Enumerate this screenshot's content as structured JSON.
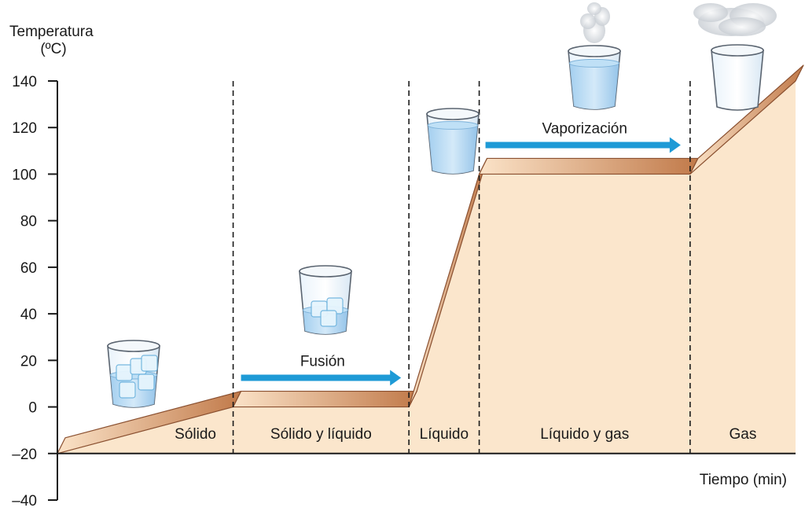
{
  "chart_data": {
    "type": "line",
    "title": "",
    "ylabel_line1": "Temperatura",
    "ylabel_line2": "(ºC)",
    "xlabel": "Tiempo (min)",
    "ylim": [
      -40,
      140
    ],
    "yticks": [
      140,
      120,
      100,
      80,
      60,
      40,
      20,
      0,
      -20,
      -40
    ],
    "ytick_labels": [
      "140",
      "120",
      "100",
      "80",
      "60",
      "40",
      "20",
      "0",
      "–20",
      "–40"
    ],
    "phase_boundaries": [
      {
        "id": "b1",
        "x": 3.0
      },
      {
        "id": "b2",
        "x": 6.0
      },
      {
        "id": "b3",
        "x": 7.2
      },
      {
        "id": "b4",
        "x": 10.8
      }
    ],
    "xlim": [
      0,
      12.6
    ],
    "series": [
      {
        "x": [
          0,
          3.0,
          6.0,
          7.2,
          10.8,
          12.6
        ],
        "values": [
          -20,
          0,
          0,
          100,
          100,
          140
        ]
      }
    ],
    "regions": [
      {
        "label": "Sólido",
        "x_start": 0,
        "x_end": 3.0
      },
      {
        "label": "Sólido y líquido",
        "x_start": 3.0,
        "x_end": 6.0
      },
      {
        "label": "Líquido",
        "x_start": 6.0,
        "x_end": 7.2
      },
      {
        "label": "Líquido y gas",
        "x_start": 7.2,
        "x_end": 10.8
      },
      {
        "label": "Gas",
        "x_start": 10.8,
        "x_end": 12.6
      }
    ],
    "annotations": [
      {
        "label": "Fusión",
        "temperature": 0
      },
      {
        "label": "Vaporización",
        "temperature": 100
      }
    ],
    "illustrations": [
      {
        "name": "glass-ice",
        "state": "solid"
      },
      {
        "name": "glass-ice-melting",
        "state": "solid-liquid"
      },
      {
        "name": "glass-water",
        "state": "liquid"
      },
      {
        "name": "glass-water-steam",
        "state": "liquid-gas"
      },
      {
        "name": "glass-empty-vapor",
        "state": "gas"
      }
    ],
    "colors": {
      "fill": "#fbe6cc",
      "ribbon_light": "#f8dcc0",
      "ribbon_dark": "#c07848",
      "ribbon_edge": "#8a5030",
      "arrow": "#1e9ad6",
      "axis": "#1a1a1a"
    }
  }
}
